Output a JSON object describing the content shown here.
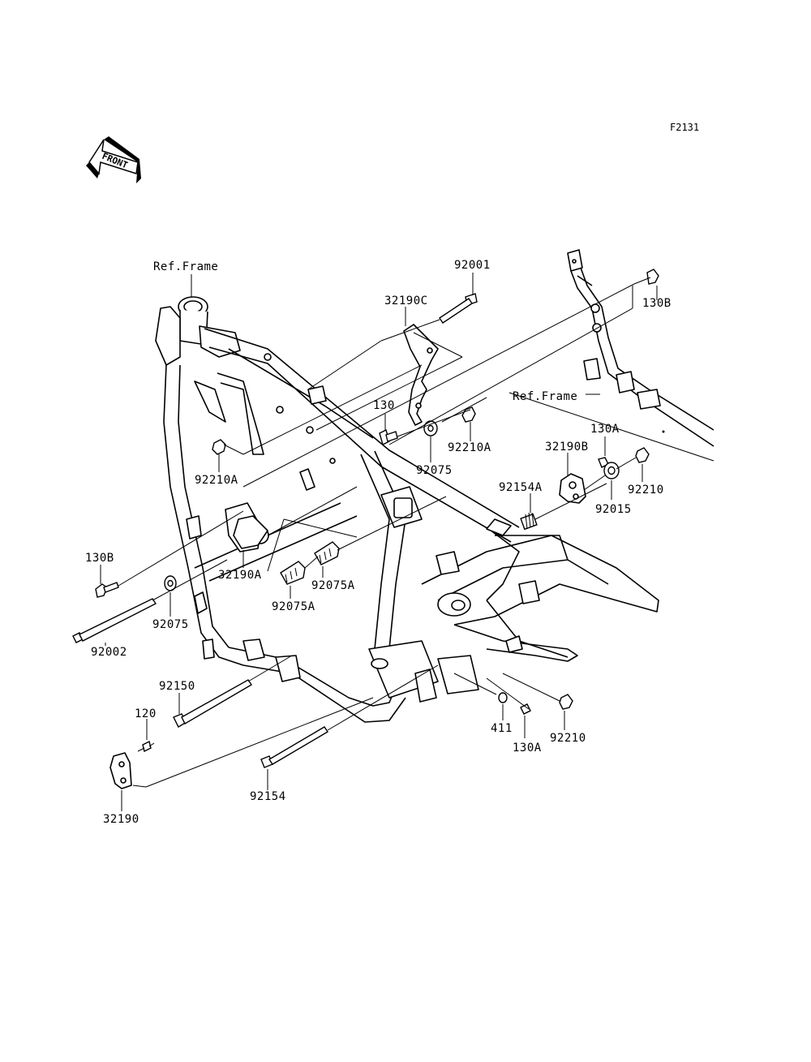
{
  "figure_code": "F2131",
  "front_arrow_text": "FRONT",
  "labels": {
    "ref_frame_left": "Ref.Frame",
    "ref_frame_right": "Ref.Frame",
    "p92001": "92001",
    "p32190C": "32190C",
    "p130B_top": "130B",
    "p130": "130",
    "p92210A_top": "92210A",
    "p92075_top": "92075",
    "p92210A_left": "92210A",
    "p130A_right": "130A",
    "p32190B": "32190B",
    "p92210_right": "92210",
    "p92015": "92015",
    "p92154A": "92154A",
    "p130B_left": "130B",
    "p32190A": "32190A",
    "p92075A_right": "92075A",
    "p92075A_left": "92075A",
    "p92075_left": "92075",
    "p92002": "92002",
    "p92150": "92150",
    "p120": "120",
    "p411": "411",
    "p130A_bottom": "130A",
    "p92210_bottom": "92210",
    "p92154": "92154",
    "p32190": "32190"
  }
}
